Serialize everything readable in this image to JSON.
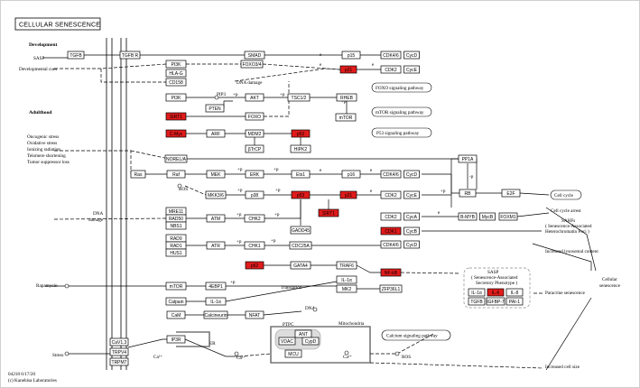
{
  "title": "CELLULAR SENESCENCE",
  "footer": {
    "code": "04218 6/17/20",
    "copyright": "(c) Kanehisa Laboratories"
  },
  "section_labels": {
    "development": "Development",
    "adulthood": "Adulthood"
  },
  "stimuli": {
    "sasp": "SASP",
    "dev_cues": "Developmental cues",
    "oncogenic": "Oncogenic stress",
    "oxidative": "Oxidative stress",
    "ionizing": "Ionizing radiation",
    "telomere": "Telomere shortening",
    "tsg_loss": "Tumor suppressor loss",
    "dna_damage_l1": "DNA",
    "dna_damage_l2": "damage",
    "rapamycin": "Rapamycin",
    "stress": "Stress",
    "ros_left": "ROS",
    "ros_bottom": "ROS",
    "dna_damage_top": "DNA damage",
    "ca_left": "Ca²⁺",
    "ca_mid": "Ca²⁺",
    "ca_right": "Ca²⁺",
    "dna_mid": "DNA",
    "pip3": "PIP3",
    "translation": "Translation",
    "ptpc": "PTPC",
    "mito": "Mitochondria",
    "er": "ER"
  },
  "pathways": {
    "foxo": "FOXO signaling pathway",
    "mtor": "mTOR signaling pathway",
    "p53": "P53 signaling pathway",
    "calcium": "Calcium signaling pathway"
  },
  "outcomes": {
    "cell_cycle": "Cell cycle",
    "cell_cycle_arrest": "Cell cycle arrest",
    "safh_l1": "SAHFs",
    "safh_l2": "( Senescence-Associated",
    "safh_l3": "Heterochromatin Foci )",
    "lysosomal": "Increased lysosomal content",
    "paracrine": "Paracrine  senescence",
    "cellular_sen_l1": "Cellular",
    "cellular_sen_l2": "senescence",
    "cell_size": "Increased cell size",
    "sasp_title_l1": "SASP",
    "sasp_title_l2": "( Senescence-Associated",
    "sasp_title_l3": "Secretory Phenotype )"
  },
  "edge_labels": {
    "p": "+p",
    "e": "e",
    "u": "+u",
    "minus_p": "-p"
  },
  "genes": [
    {
      "id": "tgfb",
      "label": "TGFB",
      "red": false
    },
    {
      "id": "tgfbr",
      "label": "TGFB R",
      "red": false
    },
    {
      "id": "smad",
      "label": "SMAD",
      "red": false
    },
    {
      "id": "p15a",
      "label": "p15",
      "red": false
    },
    {
      "id": "cdk46a",
      "label": "CDK4/6",
      "red": false
    },
    {
      "id": "cycda",
      "label": "CycD",
      "red": false
    },
    {
      "id": "pi3k1",
      "label": "PI3K",
      "red": false
    },
    {
      "id": "foxo34",
      "label": "FOXO3/4",
      "red": false
    },
    {
      "id": "p21a",
      "label": "p21",
      "red": true
    },
    {
      "id": "cdk2a",
      "label": "CDK2",
      "red": false
    },
    {
      "id": "cycea",
      "label": "CycE",
      "red": false
    },
    {
      "id": "hla",
      "label": "HLA-G",
      "red": false
    },
    {
      "id": "cd158",
      "label": "CD158",
      "red": false
    },
    {
      "id": "pi3k2",
      "label": "PI3K",
      "red": false
    },
    {
      "id": "pten",
      "label": "PTEN",
      "red": false
    },
    {
      "id": "akt",
      "label": "AKT",
      "red": false
    },
    {
      "id": "tsc",
      "label": "TSC1/2",
      "red": false
    },
    {
      "id": "rheb",
      "label": "RHEB",
      "red": false
    },
    {
      "id": "mtor1",
      "label": "mTOR",
      "red": false
    },
    {
      "id": "sirt1",
      "label": "SIRT1",
      "red": true
    },
    {
      "id": "foxo",
      "label": "FOXO",
      "red": false
    },
    {
      "id": "cmyc",
      "label": "C-Myc",
      "red": true
    },
    {
      "id": "arf",
      "label": "ARF",
      "red": false
    },
    {
      "id": "mdm2",
      "label": "MDM2",
      "red": false
    },
    {
      "id": "p53a",
      "label": "p53",
      "red": true
    },
    {
      "id": "btrcp",
      "label": "βTrCP",
      "red": false
    },
    {
      "id": "hipk2",
      "label": "HIPK2",
      "red": false
    },
    {
      "id": "noxa",
      "label": "NOREL/A",
      "red": false
    },
    {
      "id": "ras",
      "label": "Ras",
      "red": false
    },
    {
      "id": "raf",
      "label": "Raf",
      "red": false
    },
    {
      "id": "mek",
      "label": "MEK",
      "red": false
    },
    {
      "id": "erk",
      "label": "ERK",
      "red": false
    },
    {
      "id": "ets1",
      "label": "Ets1",
      "red": false
    },
    {
      "id": "p16",
      "label": "p16",
      "red": false
    },
    {
      "id": "cdk46b",
      "label": "CDK4/6",
      "red": false
    },
    {
      "id": "cycdb",
      "label": "CycD",
      "red": false
    },
    {
      "id": "ppia",
      "label": "PP1A",
      "red": false
    },
    {
      "id": "rb",
      "label": "RB",
      "red": false
    },
    {
      "id": "e2f",
      "label": "E2F",
      "red": false
    },
    {
      "id": "mkk36",
      "label": "MKK3/6",
      "red": false
    },
    {
      "id": "p38",
      "label": "p38",
      "red": false
    },
    {
      "id": "p53b",
      "label": "p53",
      "red": true
    },
    {
      "id": "p21b",
      "label": "p21",
      "red": true
    },
    {
      "id": "cdk2b",
      "label": "CDK2",
      "red": false
    },
    {
      "id": "cyceb",
      "label": "CycE",
      "red": false
    },
    {
      "id": "sirt1b",
      "label": "SIRT1",
      "red": true
    },
    {
      "id": "mre11",
      "label": "MRE11",
      "red": false
    },
    {
      "id": "rad50",
      "label": "RAD50",
      "red": false
    },
    {
      "id": "nbs1",
      "label": "NBS1",
      "red": false
    },
    {
      "id": "atm",
      "label": "ATM",
      "red": false
    },
    {
      "id": "chk2",
      "label": "CHK2",
      "red": false
    },
    {
      "id": "gadd45",
      "label": "GADD45",
      "red": false
    },
    {
      "id": "cdk2c",
      "label": "CDK2",
      "red": false
    },
    {
      "id": "cyca",
      "label": "CycA",
      "red": false
    },
    {
      "id": "bmyb",
      "label": "B-MYB",
      "red": false
    },
    {
      "id": "mybb",
      "label": "MycB",
      "red": false
    },
    {
      "id": "foxm1",
      "label": "FOXM1",
      "red": false
    },
    {
      "id": "rad9",
      "label": "RAD9",
      "red": false
    },
    {
      "id": "rad1",
      "label": "RAD1",
      "red": false
    },
    {
      "id": "hus1",
      "label": "HUS1",
      "red": false
    },
    {
      "id": "atr",
      "label": "ATR",
      "red": false
    },
    {
      "id": "chk1",
      "label": "CHK1",
      "red": false
    },
    {
      "id": "cdc25a",
      "label": "CDC25A",
      "red": false
    },
    {
      "id": "cdk1",
      "label": "CDK1",
      "red": true
    },
    {
      "id": "cycb",
      "label": "CycB",
      "red": false
    },
    {
      "id": "cdk46c",
      "label": "CDK4/6",
      "red": false
    },
    {
      "id": "cycdc",
      "label": "CycD",
      "red": false
    },
    {
      "id": "p62",
      "label": "p62",
      "red": true
    },
    {
      "id": "gata4",
      "label": "GATA4",
      "red": false
    },
    {
      "id": "traf6",
      "label": "TRAF6",
      "red": false
    },
    {
      "id": "nfkb",
      "label": "NF-kB",
      "red": true
    },
    {
      "id": "il1a1",
      "label": "IL-1α",
      "red": false
    },
    {
      "id": "mk2",
      "label": "MK2",
      "red": false
    },
    {
      "id": "zfp36",
      "label": "ZFP36L1",
      "red": false
    },
    {
      "id": "mtor2",
      "label": "mTOR",
      "red": false
    },
    {
      "id": "4ebp1",
      "label": "4EBP1",
      "red": false
    },
    {
      "id": "calpain",
      "label": "Calpain",
      "red": false
    },
    {
      "id": "il1a2",
      "label": "IL-1α",
      "red": false
    },
    {
      "id": "cam",
      "label": "CaM",
      "red": false
    },
    {
      "id": "calcineurin",
      "label": "Calcineurin",
      "red": false
    },
    {
      "id": "nfat",
      "label": "NFAT",
      "red": false
    },
    {
      "id": "ip3r",
      "label": "IP3R",
      "red": false
    },
    {
      "id": "il1a3",
      "label": "IL-1α",
      "red": false
    },
    {
      "id": "il6",
      "label": "IL-6",
      "red": true
    },
    {
      "id": "il8",
      "label": "IL-8",
      "red": false
    },
    {
      "id": "tgfb2",
      "label": "TGFB",
      "red": false
    },
    {
      "id": "igfbp",
      "label": "IGFBP-7",
      "red": false
    },
    {
      "id": "pai1",
      "label": "PAI-1",
      "red": false
    },
    {
      "id": "ant",
      "label": "ANT",
      "red": false
    },
    {
      "id": "vdac",
      "label": "VDAC",
      "red": false
    },
    {
      "id": "cypd",
      "label": "CypD",
      "red": false
    },
    {
      "id": "mcu",
      "label": "MCU",
      "red": false
    },
    {
      "id": "cav13",
      "label": "CaV1.3",
      "red": false
    },
    {
      "id": "trpv4",
      "label": "TRPV4",
      "red": false
    },
    {
      "id": "trpm7",
      "label": "TRPM7",
      "red": false
    }
  ]
}
